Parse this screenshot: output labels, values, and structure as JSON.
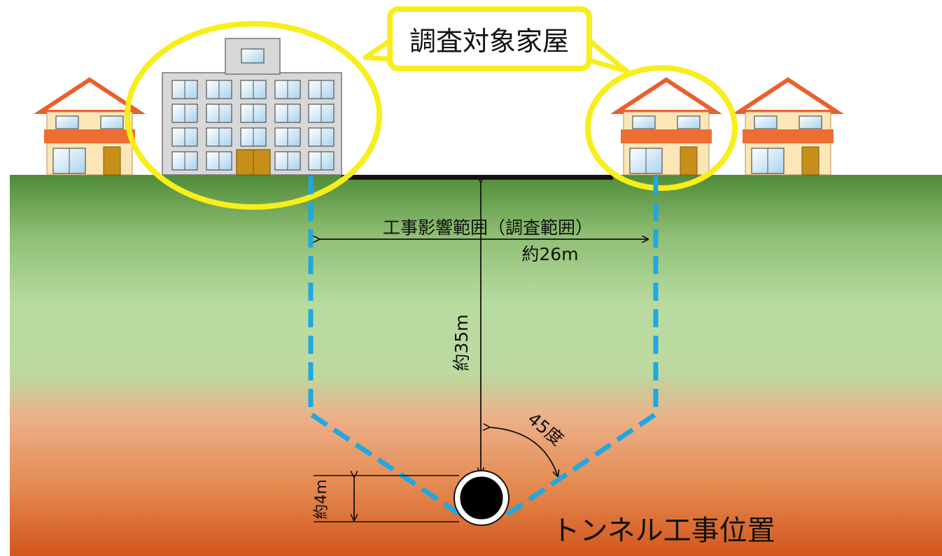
{
  "callout": {
    "label": "調査対象家屋"
  },
  "labels": {
    "influence_range": "工事影響範囲（調査範囲）",
    "width": "約26m",
    "depth": "約35m",
    "angle": "45度",
    "diameter": "約4m",
    "tunnel": "トンネル工事位置"
  },
  "colors": {
    "highlight": "#f7ee1c",
    "dashed_boundary": "#1fa8e2",
    "ground_top": "#4f8b38",
    "ground_mid": "#b8dba0",
    "ground_bottom": "#d2561c",
    "house_wall": "#fbe6b8",
    "house_roof": "#e8602e",
    "building": "#d8d8d8"
  }
}
